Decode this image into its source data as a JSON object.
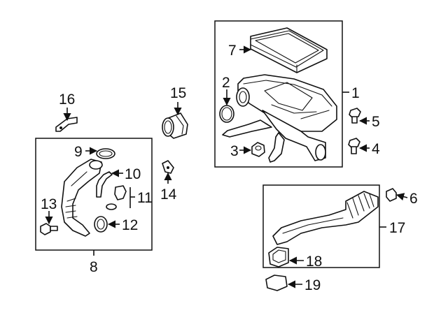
{
  "diagram": {
    "groups": [
      {
        "id": "air-cleaner-assembly",
        "callout": "1"
      },
      {
        "id": "intake-duct-assembly",
        "callout": "8"
      },
      {
        "id": "outlet-duct-assembly",
        "callout": "17"
      }
    ],
    "callouts": [
      "1",
      "2",
      "3",
      "4",
      "5",
      "6",
      "7",
      "8",
      "9",
      "10",
      "11",
      "12",
      "13",
      "14",
      "15",
      "16",
      "17",
      "18",
      "19"
    ]
  }
}
